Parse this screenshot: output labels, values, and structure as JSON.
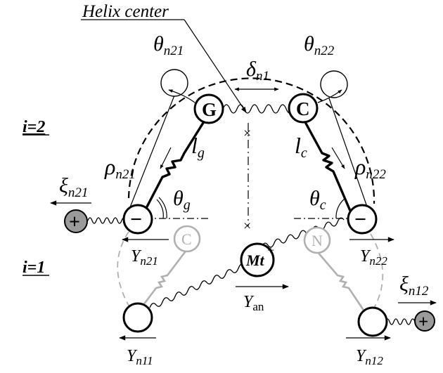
{
  "labels": {
    "helix_center": "Helix center",
    "level_2": "i=2",
    "level_1": "i=1",
    "theta_n21_sym": "θ",
    "theta_n21_sub": "n21",
    "theta_n22_sym": "θ",
    "theta_n22_sub": "n22",
    "delta_n1_sym": "δ",
    "delta_n1_sub": "n1",
    "lg_sym": "l",
    "lg_sub": "g",
    "lc_sym": "l",
    "lc_sub": "c",
    "rho_n21_sym": "ρ",
    "rho_n21_sub": "n21",
    "rho_n22_sym": "ρ",
    "rho_n22_sub": "n22",
    "xi_n21_sym": "ξ",
    "xi_n21_sub": "n21",
    "xi_n12_sym": "ξ",
    "xi_n12_sub": "n12",
    "theta_g_sym": "θ",
    "theta_g_sub": "g",
    "theta_c_sym": "θ",
    "theta_c_sub": "c",
    "Y_n21_sym": "Y",
    "Y_n21_sub": "n21",
    "Y_n22_sym": "Y",
    "Y_n22_sub": "n22",
    "Y_an_sym": "Y",
    "Y_an_sub": "an",
    "Y_n11_sym": "Y",
    "Y_n11_sub": "n11",
    "Y_n12_sym": "Y",
    "Y_n12_sub": "n12"
  },
  "nodes": {
    "G": "G",
    "C_top": "C",
    "C_gray": "C",
    "N_gray": "N",
    "Mt": "Mt",
    "Mt_sup": "+",
    "minus_left": "−",
    "minus_right": "−",
    "plus_left": "+",
    "plus_right": "+"
  },
  "colors": {
    "ink": "#000000",
    "gray_faint": "#b0b0b0",
    "plus_fill": "#9a9a9a"
  }
}
